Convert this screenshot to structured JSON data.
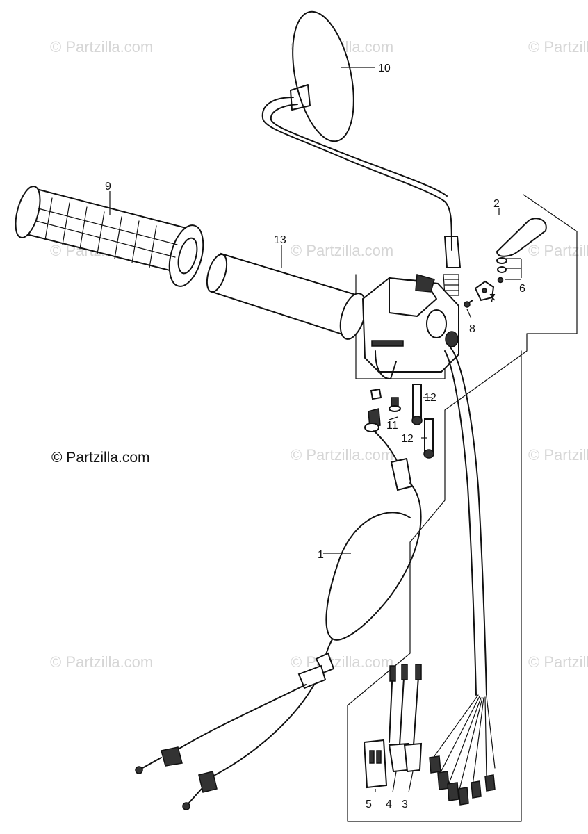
{
  "watermark_text": "© Partzilla.com",
  "copyright": "© Partzilla.com",
  "callouts": [
    "1",
    "2",
    "3",
    "4",
    "5",
    "6",
    "7",
    "8",
    "9",
    "10",
    "11",
    "12",
    "12",
    "13"
  ],
  "colors": {
    "ink": "#111111",
    "watermark": "#d6d6d6",
    "background": "#ffffff"
  }
}
